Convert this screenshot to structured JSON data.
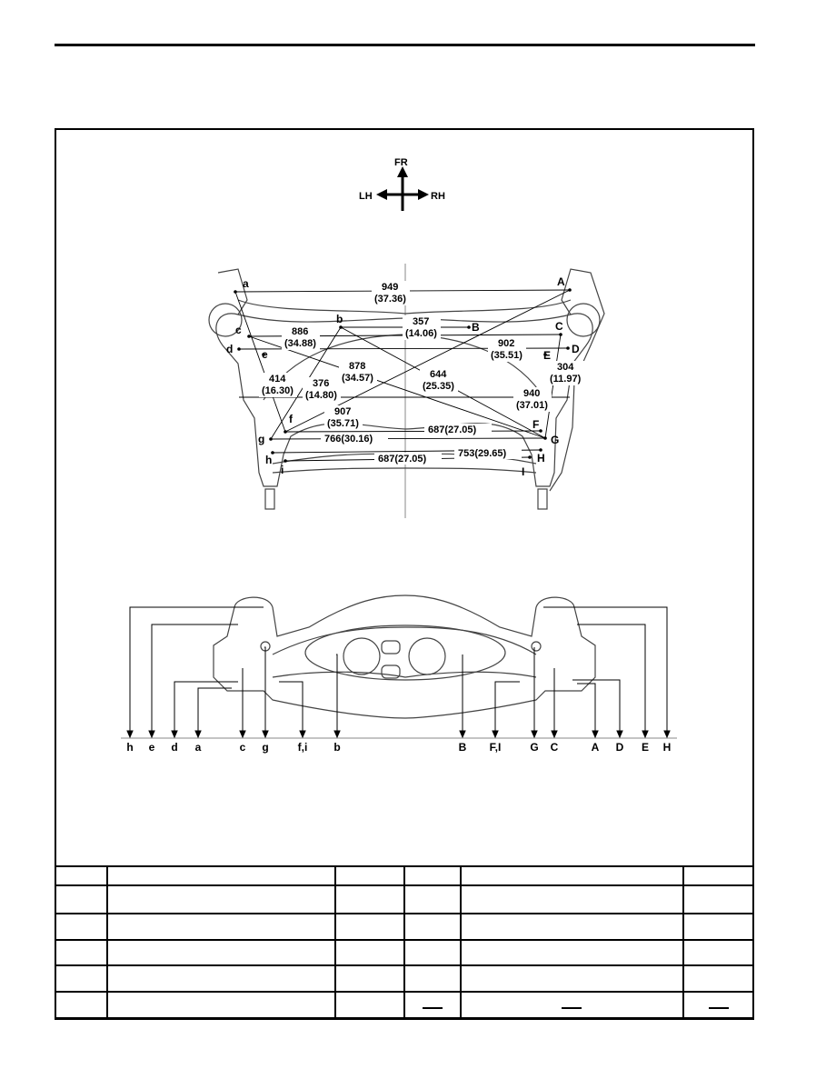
{
  "orientation": {
    "front": "FR",
    "left": "LH",
    "right": "RH"
  },
  "top_view": {
    "points": [
      "a",
      "A",
      "b",
      "B",
      "c",
      "C",
      "d",
      "D",
      "e",
      "E",
      "f",
      "F",
      "g",
      "G",
      "h",
      "H",
      "i",
      "I"
    ],
    "dimensions": [
      {
        "from": "a",
        "to": "A",
        "mm": "949",
        "in": "(37.36)"
      },
      {
        "from": "b",
        "to": "B",
        "mm": "357",
        "in": "(14.06)"
      },
      {
        "from": "c",
        "to": "C",
        "mm": "886",
        "in": "(34.88)"
      },
      {
        "from": "d",
        "to": "D",
        "mm": "902",
        "in": "(35.51)"
      },
      {
        "from": "a",
        "to": "f",
        "mm": "414",
        "in": "(16.30)"
      },
      {
        "from": "b",
        "to": "g",
        "mm": "376",
        "in": "(14.80)"
      },
      {
        "from": "c",
        "to": "G",
        "mm": "878",
        "in": "(34.57)"
      },
      {
        "from": "b",
        "to": "G",
        "mm": "644",
        "in": "(25.35)"
      },
      {
        "from": "C",
        "to": "G",
        "mm": "304",
        "in": "(11.97)"
      },
      {
        "from": "LH",
        "to": "RH",
        "mm": "940",
        "in": "(37.01)"
      },
      {
        "from": "f",
        "to": "A",
        "mm": "907",
        "in": "(35.71)"
      },
      {
        "from": "f",
        "to": "F",
        "label": "687(27.05)"
      },
      {
        "from": "g",
        "to": "G",
        "label": "766(30.16)"
      },
      {
        "from": "h",
        "to": "H",
        "label": "753(29.65)"
      },
      {
        "from": "i",
        "to": "I",
        "label": "687(27.05)"
      }
    ]
  },
  "side_view": {
    "labels": [
      "h",
      "e",
      "d",
      "a",
      "c",
      "g",
      "f,i",
      "b",
      "B",
      "F,I",
      "G",
      "C",
      "A",
      "D",
      "E",
      "H"
    ]
  },
  "table": {
    "rows": [
      [
        "",
        "",
        "",
        "",
        "",
        ""
      ],
      [
        "",
        "",
        "",
        "",
        "",
        ""
      ],
      [
        "",
        "",
        "",
        "",
        "",
        ""
      ],
      [
        "",
        "",
        "",
        "",
        "",
        ""
      ],
      [
        "",
        "",
        "",
        "",
        "",
        ""
      ],
      [
        "",
        "",
        "",
        "—",
        "—",
        "—"
      ]
    ]
  }
}
